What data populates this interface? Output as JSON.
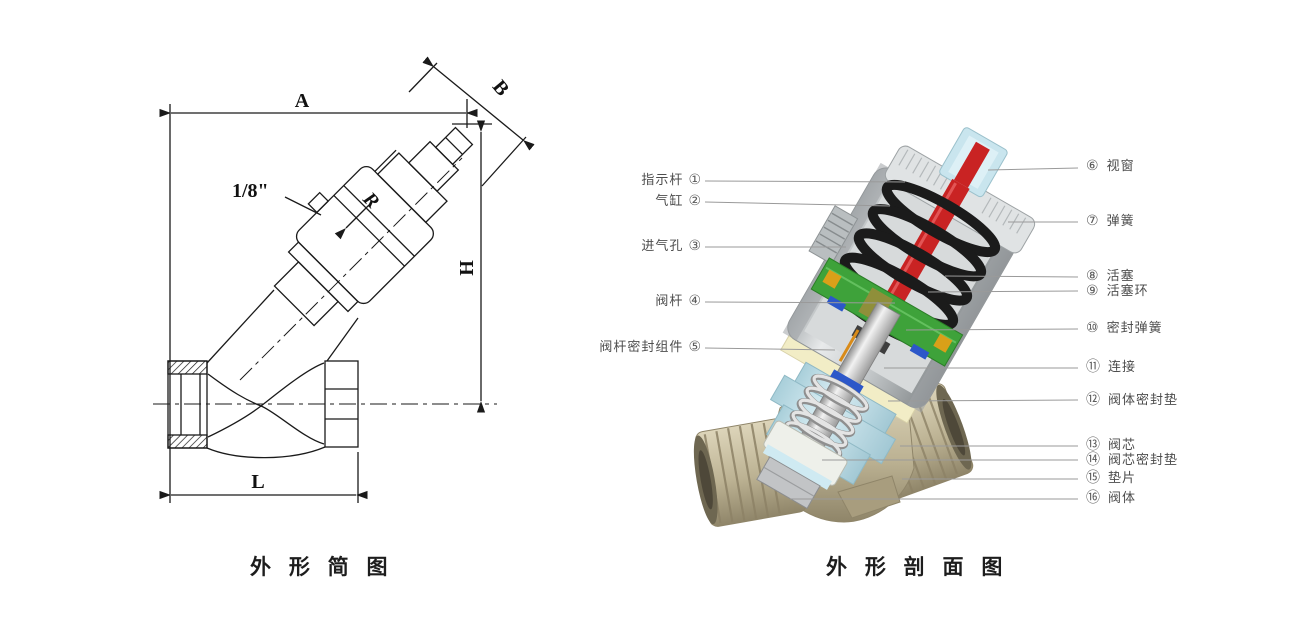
{
  "page": {
    "background": "#ffffff"
  },
  "figures": {
    "left": {
      "caption": "外 形 简 图",
      "dims": {
        "a": "A",
        "b": "B",
        "h": "H",
        "l": "L",
        "r": "R",
        "port": "1/8\""
      }
    },
    "right": {
      "caption": "外 形 剖 面 图",
      "left_labels": [
        {
          "name": "指示杆",
          "num": "①"
        },
        {
          "name": "气缸",
          "num": "②"
        },
        {
          "name": "进气孔",
          "num": "③"
        },
        {
          "name": "阀杆",
          "num": "④"
        },
        {
          "name": "阀杆密封组件",
          "num": "⑤"
        }
      ],
      "right_labels": [
        {
          "num": "⑥",
          "name": "视窗"
        },
        {
          "num": "⑦",
          "name": "弹簧"
        },
        {
          "num": "⑧",
          "name": "活塞"
        },
        {
          "num": "⑨",
          "name": "活塞环"
        },
        {
          "num": "⑩",
          "name": "密封弹簧"
        },
        {
          "num": "⑪",
          "name": "连接"
        },
        {
          "num": "⑫",
          "name": "阀体密封垫"
        },
        {
          "num": "⑬",
          "name": "阀芯"
        },
        {
          "num": "⑭",
          "name": "阀芯密封垫"
        },
        {
          "num": "⑮",
          "name": "垫片"
        },
        {
          "num": "⑯",
          "name": "阀体"
        }
      ],
      "colors": {
        "cylinder_gray": "#c3c7c9",
        "spring_black": "#1b1b1b",
        "indicator_red": "#c92323",
        "piston_green": "#3ea23a",
        "chamber_cream": "#f2edc6",
        "bonnet_blue": "#c6e3eb",
        "body_tan": "#c8bfa2",
        "seal_blue": "#2c57c9",
        "mark_orange": "#d9a019"
      }
    }
  }
}
